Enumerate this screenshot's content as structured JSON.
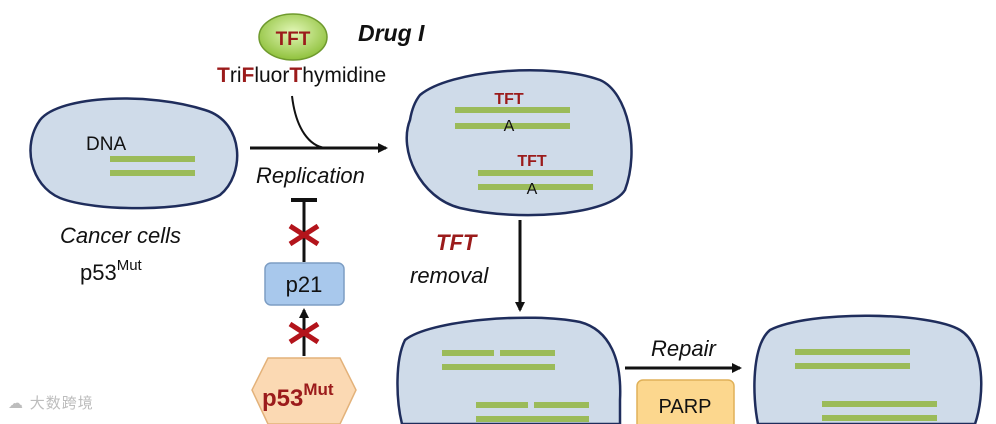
{
  "drug_pill": "TFT",
  "drug_title": "Drug I",
  "drug_name": {
    "T1": "T",
    "ri": "ri",
    "F": "F",
    "luor": "luor",
    "T2": "T",
    "hymidine": "hymidine"
  },
  "cell1": {
    "dna_label": "DNA",
    "caption": "Cancer cells",
    "p53": "p53",
    "mut_sup": "Mut"
  },
  "replication": "Replication",
  "cell2": {
    "tft_top": "TFT",
    "a_top": "A",
    "tft_bottom": "TFT",
    "a_bottom": "A"
  },
  "tft_removal": {
    "tft": "TFT",
    "removal": "removal"
  },
  "p21": "p21",
  "p53mut": {
    "p53": "p53",
    "mut": "Mut"
  },
  "repair": "Repair",
  "parp": "PARP",
  "watermark": "大数跨境",
  "colors": {
    "cell_fill": "#cfdbe9",
    "cell_stroke": "#1f2d5c",
    "dna": "#9bbb59",
    "red": "#9b1b1b",
    "pill": "#b5e06b",
    "p21": "#a8c8ec",
    "p53": "#fbd9b3",
    "parp": "#fcd78e"
  }
}
